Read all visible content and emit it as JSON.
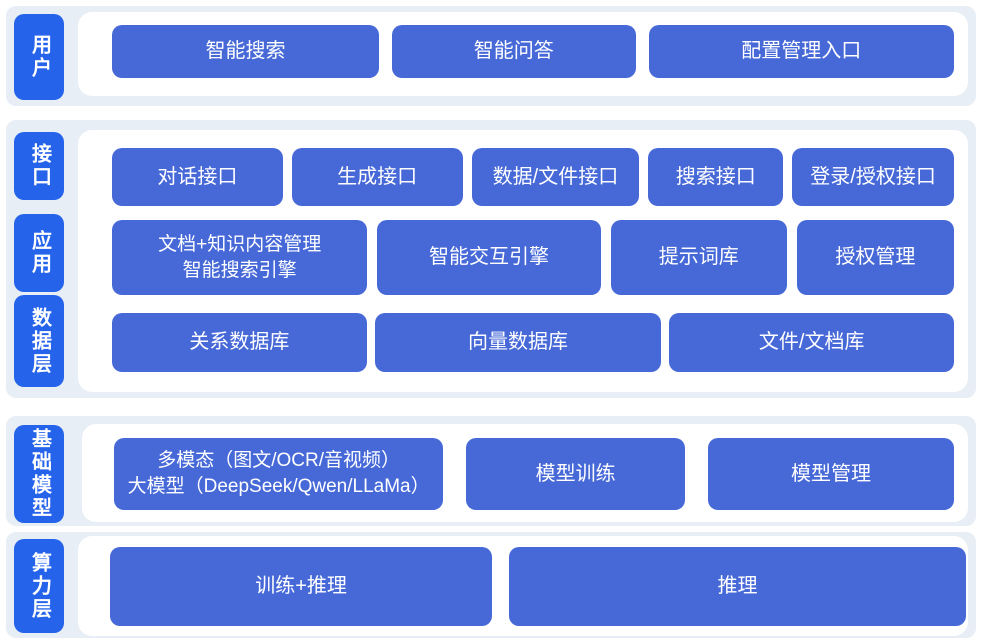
{
  "title": "AI platform architecture diagram",
  "colors": {
    "band_background": "#e8eef6",
    "panel_background": "#ffffff",
    "node_blue": "#4769d8",
    "layer_tag_blue": "#2563eb",
    "text_white": "#ffffff"
  },
  "layers": {
    "user": {
      "tag": "用户",
      "rows": {
        "entry": {
          "buttons": [
            {
              "label": "智能搜索"
            },
            {
              "label": "智能问答"
            },
            {
              "label": "配置管理入口"
            }
          ]
        }
      }
    },
    "middle": {
      "tags": {
        "interface": "接口",
        "application": "应用",
        "data": "数据层"
      },
      "rows": {
        "api": {
          "buttons": [
            {
              "label": "对话接口"
            },
            {
              "label": "生成接口"
            },
            {
              "label": "数据/文件接口"
            },
            {
              "label": "搜索接口"
            },
            {
              "label": "登录/授权接口"
            }
          ]
        },
        "app": {
          "buttons": [
            {
              "label": "文档+知识内容管理\n智能搜索引擎"
            },
            {
              "label": "智能交互引擎"
            },
            {
              "label": "提示词库"
            },
            {
              "label": "授权管理"
            }
          ]
        },
        "db": {
          "buttons": [
            {
              "label": "关系数据库"
            },
            {
              "label": "向量数据库"
            },
            {
              "label": "文件/文档库"
            }
          ]
        }
      }
    },
    "foundation_model": {
      "tag": "基础模型",
      "rows": {
        "model": {
          "buttons": [
            {
              "label": "多模态（图文/OCR/音视频）\n大模型（DeepSeek/Qwen/LLaMa）"
            },
            {
              "label": "模型训练"
            },
            {
              "label": "模型管理"
            }
          ]
        }
      }
    },
    "compute": {
      "tag": "算力层",
      "rows": {
        "compute": {
          "buttons": [
            {
              "label": "训练+推理"
            },
            {
              "label": "推理"
            }
          ]
        }
      }
    }
  }
}
